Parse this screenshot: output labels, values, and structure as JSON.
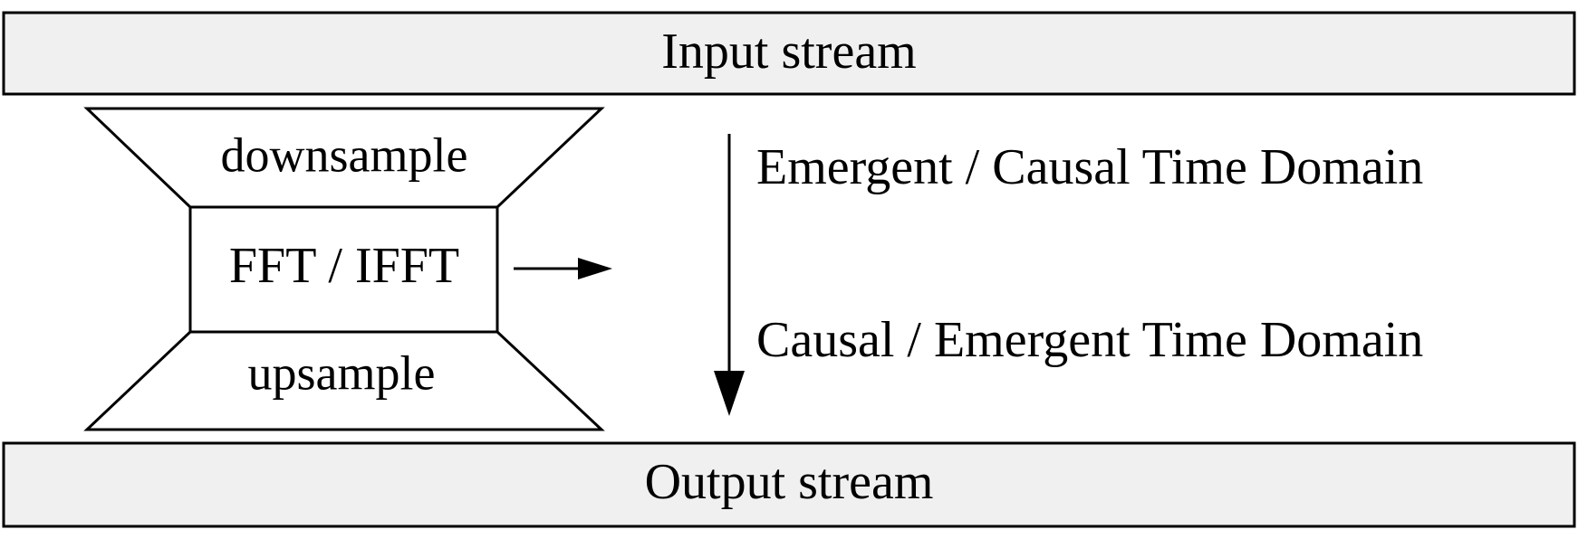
{
  "input_stream": {
    "label": "Input stream"
  },
  "output_stream": {
    "label": "Output stream"
  },
  "block": {
    "top_label": "downsample",
    "center_label": "FFT / IFFT",
    "bottom_label": "upsample"
  },
  "time_domains": {
    "upper": "Emergent / Causal Time Domain",
    "lower": "Causal / Emergent Time Domain"
  }
}
